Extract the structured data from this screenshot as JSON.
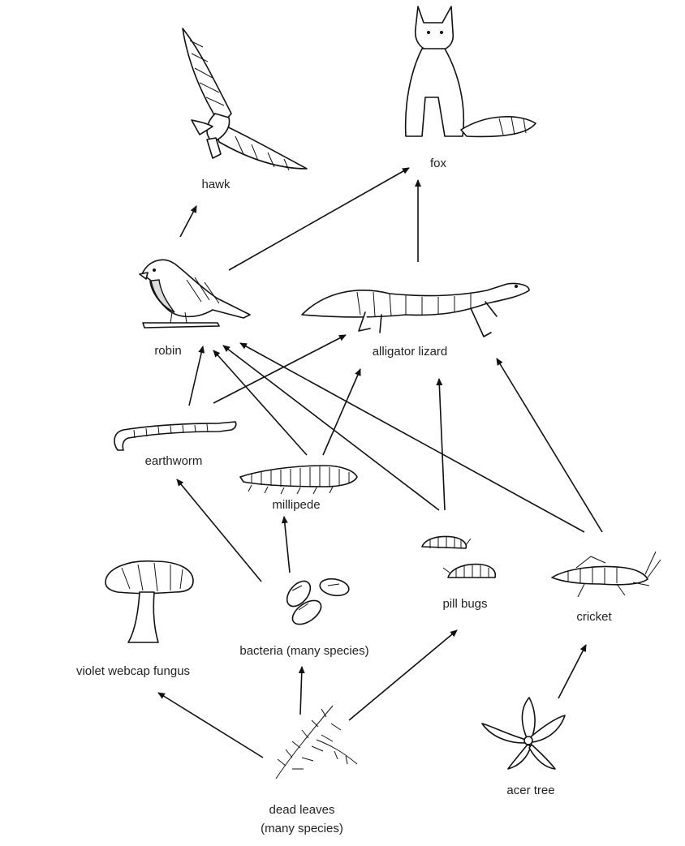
{
  "organisms": {
    "hawk": "hawk",
    "fox": "fox",
    "robin": "robin",
    "alligator_lizard": "alligator lizard",
    "earthworm": "earthworm",
    "millipede": "millipede",
    "pill_bugs": "pill bugs",
    "cricket": "cricket",
    "violet_webcap_fungus": "violet webcap fungus",
    "bacteria": "bacteria (many species)",
    "dead_leaves_line1": "dead leaves",
    "dead_leaves_line2": "(many species)",
    "acer_tree": "acer tree"
  },
  "links": [
    {
      "from": "robin",
      "to": "hawk"
    },
    {
      "from": "robin",
      "to": "fox"
    },
    {
      "from": "alligator lizard",
      "to": "fox"
    },
    {
      "from": "earthworm",
      "to": "robin"
    },
    {
      "from": "earthworm",
      "to": "alligator lizard"
    },
    {
      "from": "millipede",
      "to": "robin"
    },
    {
      "from": "millipede",
      "to": "alligator lizard"
    },
    {
      "from": "pill bugs",
      "to": "robin"
    },
    {
      "from": "pill bugs",
      "to": "alligator lizard"
    },
    {
      "from": "cricket",
      "to": "robin"
    },
    {
      "from": "cricket",
      "to": "alligator lizard"
    },
    {
      "from": "bacteria",
      "to": "earthworm"
    },
    {
      "from": "bacteria",
      "to": "millipede"
    },
    {
      "from": "dead leaves",
      "to": "violet webcap fungus"
    },
    {
      "from": "dead leaves",
      "to": "bacteria"
    },
    {
      "from": "dead leaves",
      "to": "pill bugs"
    },
    {
      "from": "acer tree",
      "to": "cricket"
    }
  ]
}
